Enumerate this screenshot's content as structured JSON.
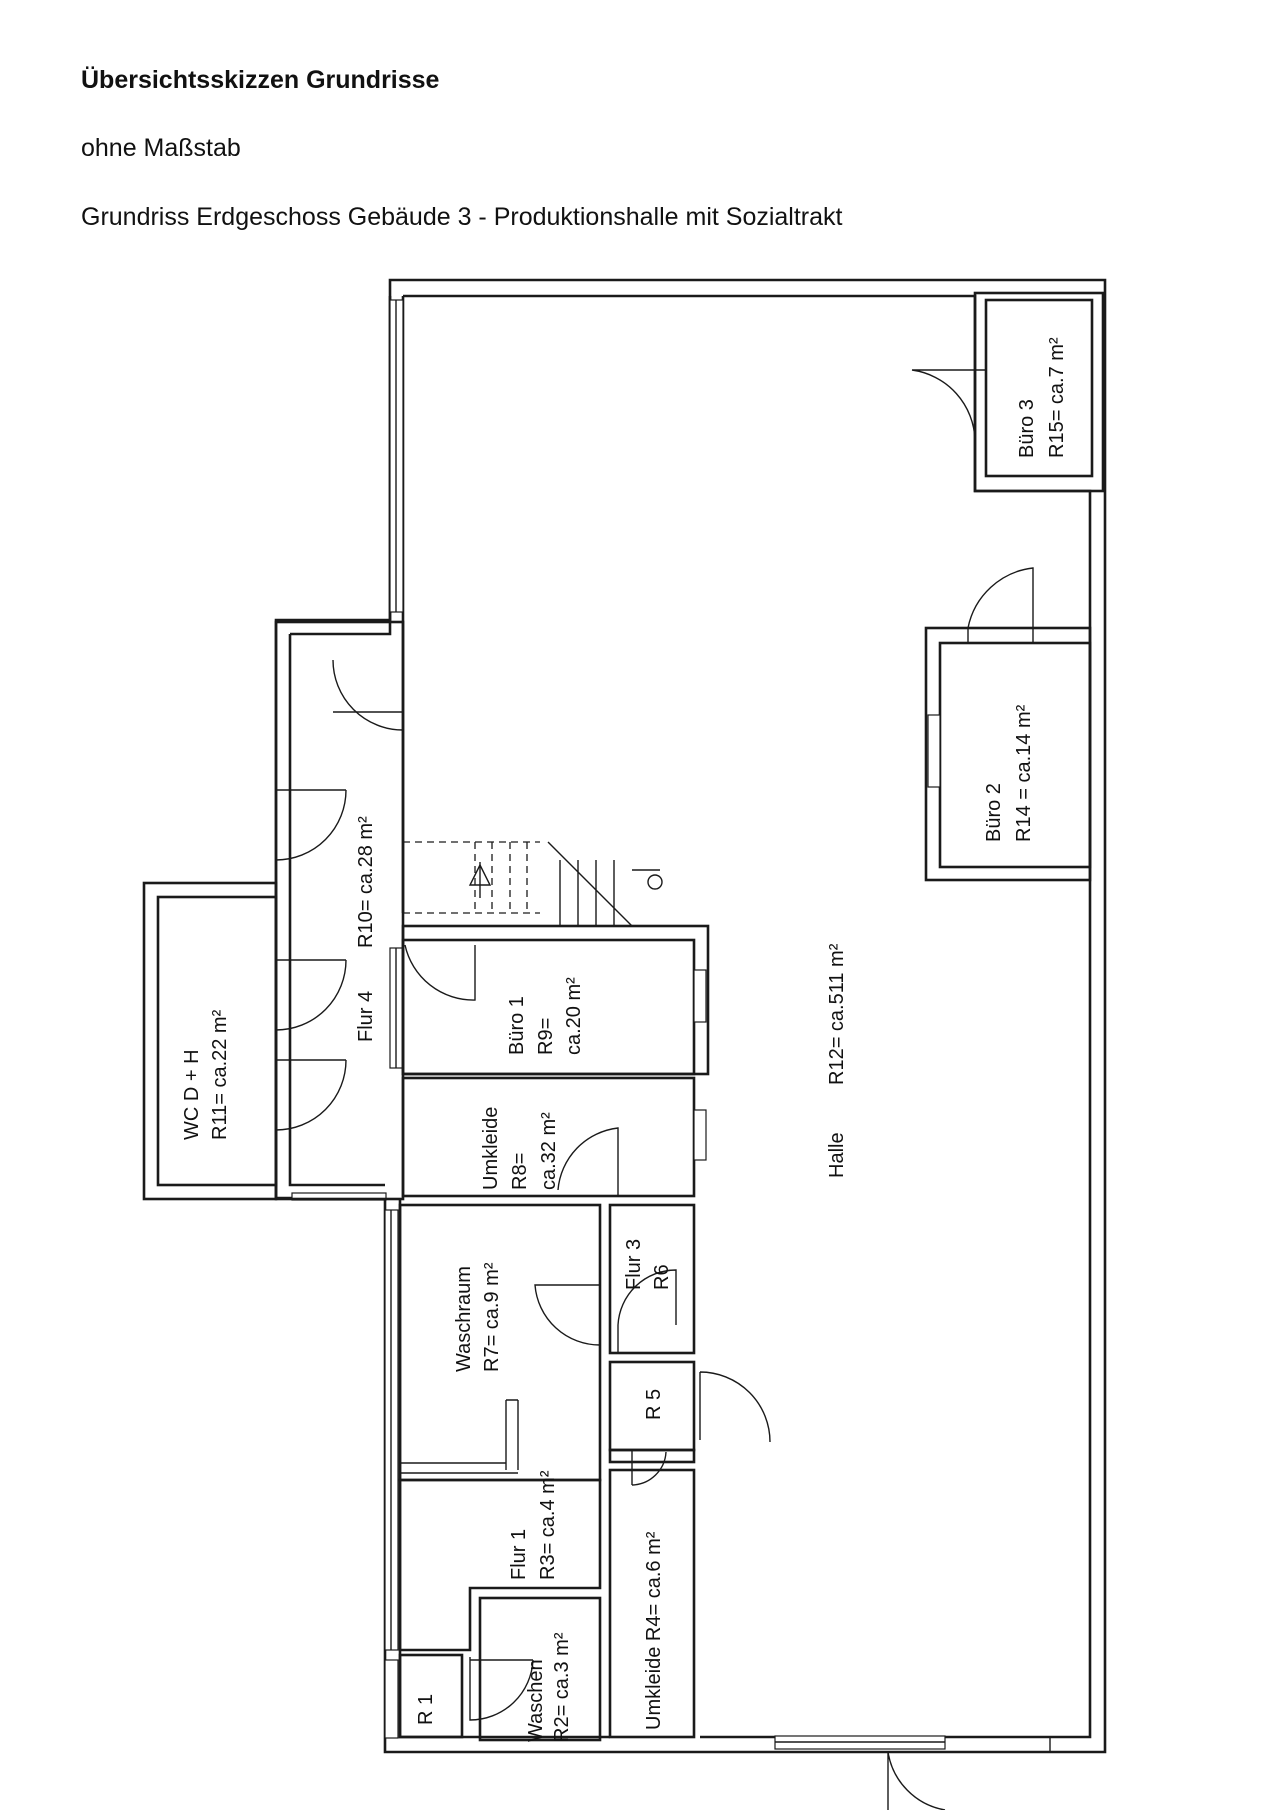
{
  "document": {
    "title": "Übersichtsskizzen Grundrisse",
    "scale_note": "ohne Maßstab",
    "subtitle": "Grundriss Erdgeschoss Gebäude 3 - Produktionshalle mit Sozialtrakt"
  },
  "rooms": {
    "buero3": {
      "name": "Büro 3",
      "area": "R15= ca.7 m²"
    },
    "buero2": {
      "name": "Büro 2",
      "area": "R14 = ca.14 m²"
    },
    "halle": {
      "name": "Halle",
      "area": "R12= ca.511 m²"
    },
    "flur4": {
      "name": "Flur 4",
      "area": "R10= ca.28 m²"
    },
    "wc": {
      "name": "WC D + H",
      "area": "R11= ca.22 m²"
    },
    "buero1": {
      "name": "Büro 1",
      "id": "R9=",
      "area": "ca.20 m²"
    },
    "umkleide8": {
      "name": "Umkleide",
      "id": "R8=",
      "area": "ca.32 m²"
    },
    "waschraum": {
      "name": "Waschraum",
      "area": "R7= ca.9 m²"
    },
    "flur3": {
      "name": "Flur 3",
      "id": "R6"
    },
    "r5": {
      "name": "R 5"
    },
    "flur1": {
      "name": "Flur 1",
      "area": "R3= ca.4 m²"
    },
    "umkleide4": {
      "name": "Umkleide R4= ca.6 m²"
    },
    "waschen": {
      "name": "Waschen",
      "area": "R2= ca.3 m²"
    },
    "r1": {
      "name": "R 1"
    }
  }
}
